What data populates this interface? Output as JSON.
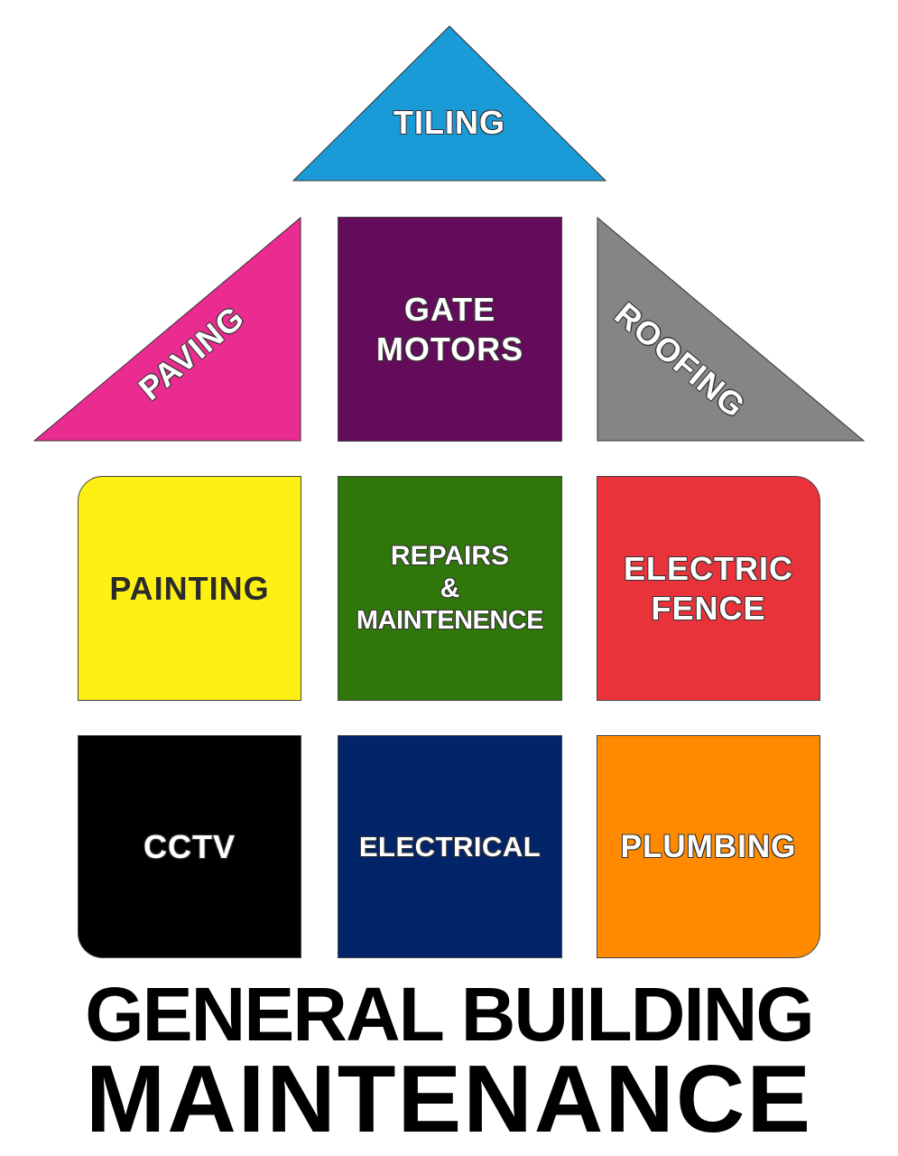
{
  "roof": {
    "tiling": {
      "label": "TILING",
      "color": "#1a9bd7"
    },
    "paving": {
      "label": "PAVING",
      "color": "#ea2b8f"
    },
    "gate_motors": {
      "line1": "GATE",
      "line2": "MOTORS",
      "color": "#650b5c"
    },
    "roofing": {
      "label": "ROOFING",
      "color": "#858585"
    }
  },
  "grid": {
    "painting": {
      "label": "PAINTING",
      "color": "#fff014"
    },
    "repairs": {
      "line1": "REPAIRS",
      "line2": "&",
      "line3": "MAINTENENCE",
      "color": "#2f7709"
    },
    "electric_fence": {
      "line1": "ELECTRIC",
      "line2": "FENCE",
      "color": "#ea323a"
    },
    "cctv": {
      "label": "CCTV",
      "color": "#000000"
    },
    "electrical": {
      "label": "ELECTRICAL",
      "color": "#022469"
    },
    "plumbing": {
      "label": "PLUMBING",
      "color": "#ff8a00"
    }
  },
  "footer": {
    "line1": "GENERAL BUILDING",
    "line2": "MAINTENANCE"
  }
}
